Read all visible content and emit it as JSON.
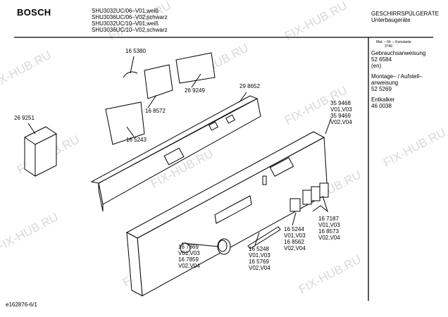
{
  "header": {
    "brand": "BOSCH",
    "models": [
      "SHU3032UC/06–V01,weiß",
      "SHU3036UC/06–V02,schwarz",
      "SHU3032UC/10–V01,weiß",
      "SHU3036UC/10–V02,schwarz"
    ],
    "category": "GESCHIRRSPÜLGERÄTE",
    "subcategory": "Unterbaugeräte"
  },
  "sidebar": {
    "mat_nr": "Mat. – Nr. – Konstante",
    "mat_value": "3740",
    "manual_label": "Gebrauchsanweisung",
    "manual_nr": "52 6584",
    "manual_lang": "(en)",
    "install_label_1": "Montage– / Aufstell–",
    "install_label_2": "anweisung",
    "install_nr": "52 5269",
    "descaler_label": "Entkalker",
    "descaler_nr": "46 0038"
  },
  "parts": {
    "p165380": "16 5380",
    "p269249": "26 9249",
    "p298652": "29 8652",
    "p168572": "16 8572",
    "p269251": "26 9251",
    "p165243": "16 5243",
    "front": [
      "35 9468",
      "V01,V03",
      "35 9469",
      "V02,V04"
    ],
    "knob": [
      "16 7869",
      "V01,V03",
      "16 7859",
      "V02,V04"
    ],
    "strip": [
      "16 5248",
      "V01,V03",
      "16 5769",
      "V02,V04"
    ],
    "button1": [
      "16 5244",
      "V01,V03",
      "16 8562",
      "V02,V04"
    ],
    "buttons3": [
      "16 7187",
      "V01,V03",
      "16 8573",
      "V02,V04"
    ]
  },
  "footer": {
    "doc_id": "e162876-6/1"
  },
  "watermark": "FIX-HUB.RU"
}
